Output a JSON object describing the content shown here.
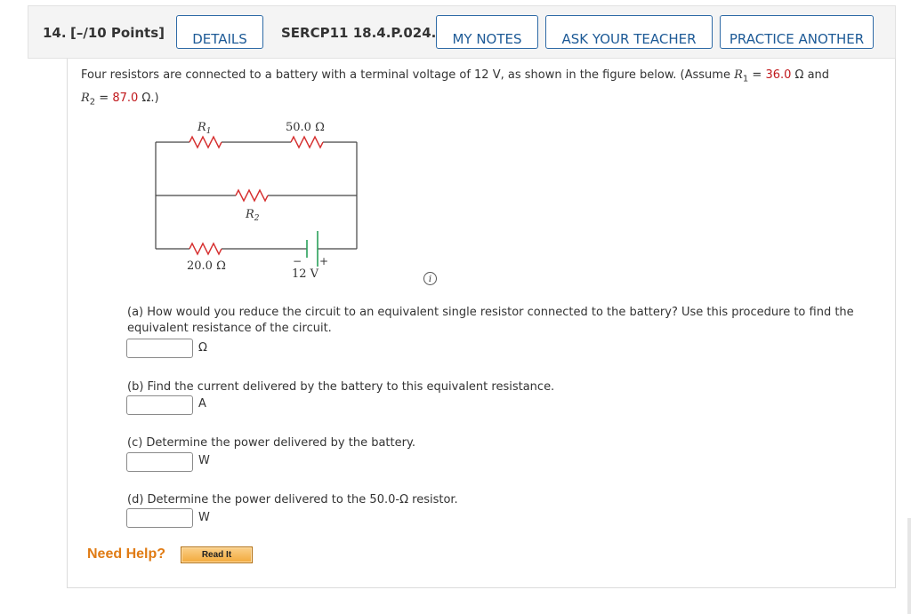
{
  "header": {
    "number": "14.",
    "points": "[–/10 Points]",
    "code": "SERCP11 18.4.P.024.",
    "buttons": {
      "details": "DETAILS",
      "my_notes": "MY NOTES",
      "ask_teacher": "ASK YOUR TEACHER",
      "practice": "PRACTICE ANOTHER"
    }
  },
  "intro": {
    "text1": "Four resistors are connected to a battery with a terminal voltage of 12 V, as shown in the figure below. (Assume ",
    "r1_label": "R",
    "r1_sub": "1",
    "eq1": " = ",
    "r1_value": "36.0",
    "ohm_and": " Ω and",
    "r2_label": "R",
    "r2_sub": "2",
    "eq2": " = ",
    "r2_value": "87.0",
    "ohm_end": " Ω.)"
  },
  "circuit": {
    "r1_label": "R",
    "r1_sub": "1",
    "r_top_right": "50.0 Ω",
    "r2_label": "R",
    "r2_sub": "2",
    "r_bottom_left": "20.0 Ω",
    "battery_voltage": "12 V",
    "minus": "−",
    "plus": "+"
  },
  "info_icon": "i",
  "parts": [
    {
      "text": "(a) How would you reduce the circuit to an equivalent single resistor connected to the battery? Use this procedure to find the equivalent resistance of the circuit.",
      "unit": "Ω",
      "value": ""
    },
    {
      "text": "(b) Find the current delivered by the battery to this equivalent resistance.",
      "unit": "A",
      "value": ""
    },
    {
      "text": "(c) Determine the power delivered by the battery.",
      "unit": "W",
      "value": ""
    },
    {
      "text": "(d) Determine the power delivered to the 50.0-Ω resistor.",
      "unit": "W",
      "value": ""
    }
  ],
  "help": {
    "label": "Need Help?",
    "read_it": "Read It"
  },
  "colors": {
    "accent": "#1d5a96",
    "given_value": "#c0181c",
    "resistor": "#d63030",
    "battery": "#2aa05a",
    "help": "#e07b14"
  }
}
